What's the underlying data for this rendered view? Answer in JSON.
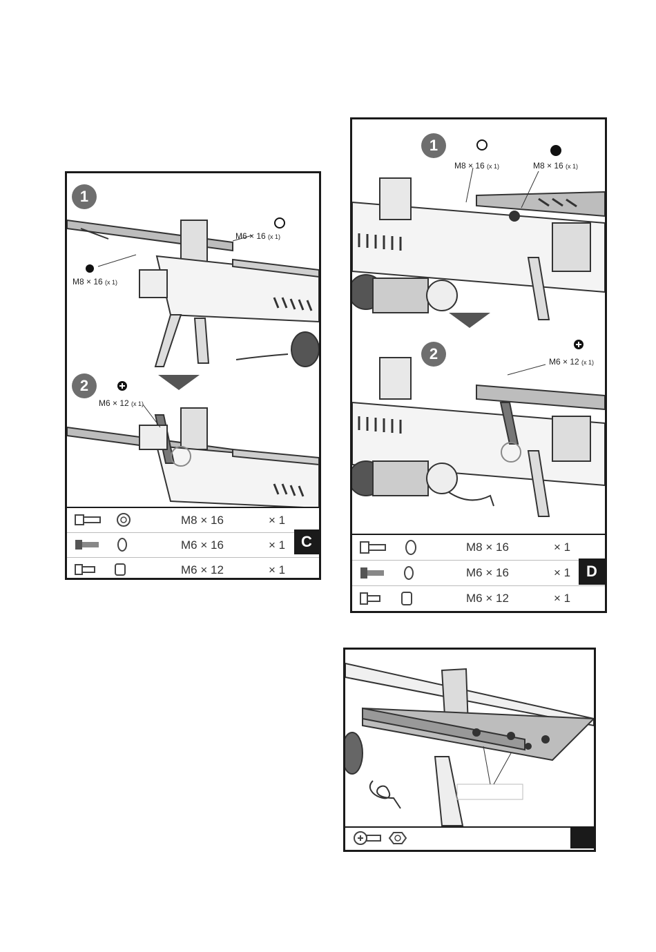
{
  "panel_c": {
    "letter": "C",
    "step1": {
      "number": "1",
      "callout_a": "M6 × 16",
      "callout_a_qty": "(x 1)",
      "callout_b": "M8 × 16",
      "callout_b_qty": "(x 1)"
    },
    "step2": {
      "number": "2",
      "callout": "M6 × 12",
      "callout_qty": "(x 1)"
    },
    "parts": [
      {
        "size": "M8 × 16",
        "count": "× 1",
        "icon": "bolt-washer-icon"
      },
      {
        "size": "M6 × 16",
        "count": "× 1",
        "icon": "bolt-washer-icon"
      },
      {
        "size": "M6 × 12",
        "count": "× 1",
        "icon": "bolt-nut-icon"
      }
    ]
  },
  "panel_d": {
    "letter": "D",
    "step1": {
      "number": "1",
      "callout_a": "M8 × 16",
      "callout_a_qty": "(x 1)",
      "callout_b": "M8 × 16",
      "callout_b_qty": "(x 1)"
    },
    "step2": {
      "number": "2",
      "callout": "M6 × 12",
      "callout_qty": "(x 1)"
    },
    "parts": [
      {
        "size": "M8 × 16",
        "count": "× 1",
        "icon": "bolt-washer-icon"
      },
      {
        "size": "M6 × 16",
        "count": "× 1",
        "icon": "bolt-washer-icon"
      },
      {
        "size": "M6 × 12",
        "count": "× 1",
        "icon": "bolt-nut-icon"
      }
    ]
  },
  "panel_e": {
    "parts_icon": "screw-nut-icon"
  }
}
